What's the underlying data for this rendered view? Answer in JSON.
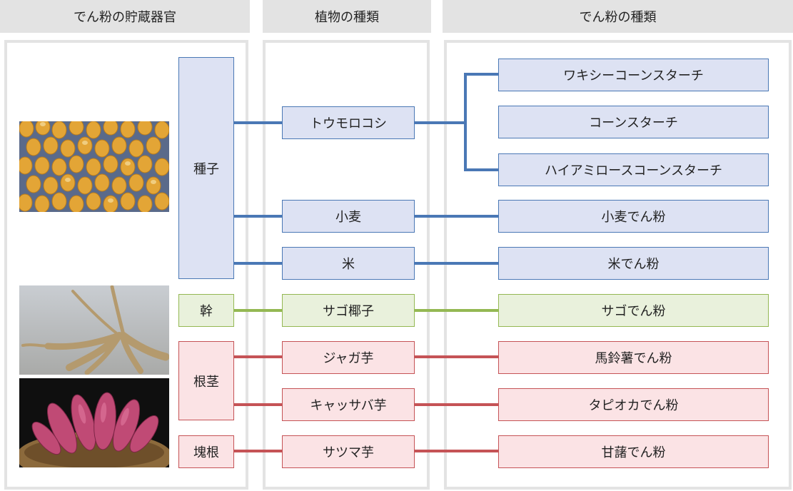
{
  "headers": {
    "organ": "でん粉の貯蔵器官",
    "plant": "植物の種類",
    "starch": "でん粉の種類"
  },
  "organs": {
    "seed": "種子",
    "trunk": "幹",
    "rhizome": "根茎",
    "tuber": "塊根"
  },
  "plants": {
    "corn": "トウモロコシ",
    "wheat": "小麦",
    "rice": "米",
    "sago": "サゴ椰子",
    "potato": "ジャガ芋",
    "cassava": "キャッサバ芋",
    "sweetpotato": "サツマ芋"
  },
  "starches": {
    "waxy": "ワキシーコーンスターチ",
    "corn": "コーンスターチ",
    "high_amylose": "ハイアミロースコーンスターチ",
    "wheat": "小麦でん粉",
    "rice": "米でん粉",
    "sago": "サゴでん粉",
    "potato": "馬鈴薯でん粉",
    "tapioca": "タピオカでん粉",
    "sweetpotato": "甘藷でん粉"
  },
  "colors": {
    "blue": "#4a78b5",
    "green": "#94b853",
    "red": "#c55356"
  }
}
